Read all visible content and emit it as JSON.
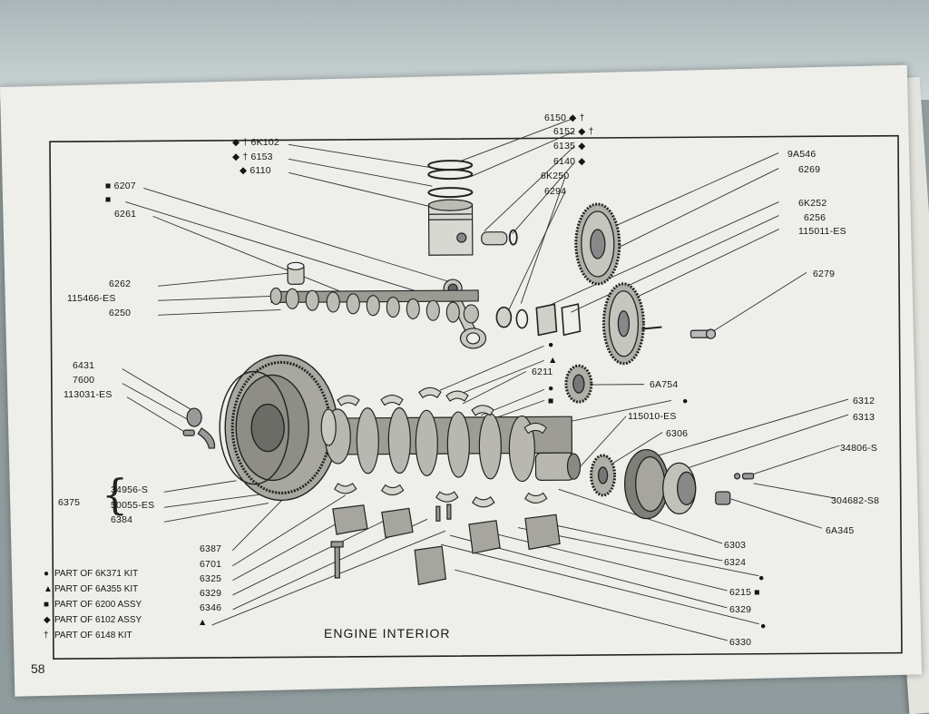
{
  "page": {
    "title": "ENGINE INTERIOR",
    "page_number": "58"
  },
  "legend": [
    {
      "symbol": "●",
      "text": "PART OF 6K371 KIT"
    },
    {
      "symbol": "▲",
      "text": "PART OF 6A355 KIT"
    },
    {
      "symbol": "■",
      "text": "PART OF 6200 ASSY"
    },
    {
      "symbol": "◆",
      "text": "PART OF 6102 ASSY"
    },
    {
      "symbol": "†",
      "text": "PART OF 6148 KIT"
    }
  ],
  "group_label": "6375",
  "labels": {
    "l6150": "6150 ◆ †",
    "l6152": "6152 ◆ †",
    "l6135": "6135 ◆",
    "l6140": "6140 ◆",
    "l6K250": "6K250",
    "l6294": "6294",
    "l6K102": "◆ † 6K102",
    "l6153": "◆ † 6153",
    "l6110": "◆ 6110",
    "l6207": "■ 6207",
    "lsq1": "■",
    "l6261": "6261",
    "l9A546": "9A546",
    "l6269": "6269",
    "l6K252": "6K252",
    "l6256": "6256",
    "l115011": "115011-ES",
    "l6279": "6279",
    "l6262": "6262",
    "l115466": "115466-ES",
    "l6250": "6250",
    "l6431": "6431",
    "l7600": "7600",
    "l113031": "113031-ES",
    "lcircle1": "●",
    "ltri1": "▲",
    "l6211": "6211",
    "lcircle2": "●",
    "lsq2": "■",
    "l6A754": "6A754",
    "lcircle3": "●",
    "l6312": "6312",
    "l115010": "115010-ES",
    "l6313": "6313",
    "l6306": "6306",
    "l34806": "34806-S",
    "l34956": "34956-S",
    "l50055": "50055-ES",
    "l6384": "6384",
    "l304682": "304682-S8",
    "l6A345": "6A345",
    "l6387": "6387",
    "l6701": "6701",
    "l6325": "6325",
    "l6329a": "6329",
    "l6346": "6346",
    "ltri2": "▲",
    "l6303": "6303",
    "l6324": "6324",
    "lcircle4": "●",
    "l6215": "6215 ■",
    "l6329b": "6329",
    "lcircle5": "●",
    "l6330": "6330"
  }
}
